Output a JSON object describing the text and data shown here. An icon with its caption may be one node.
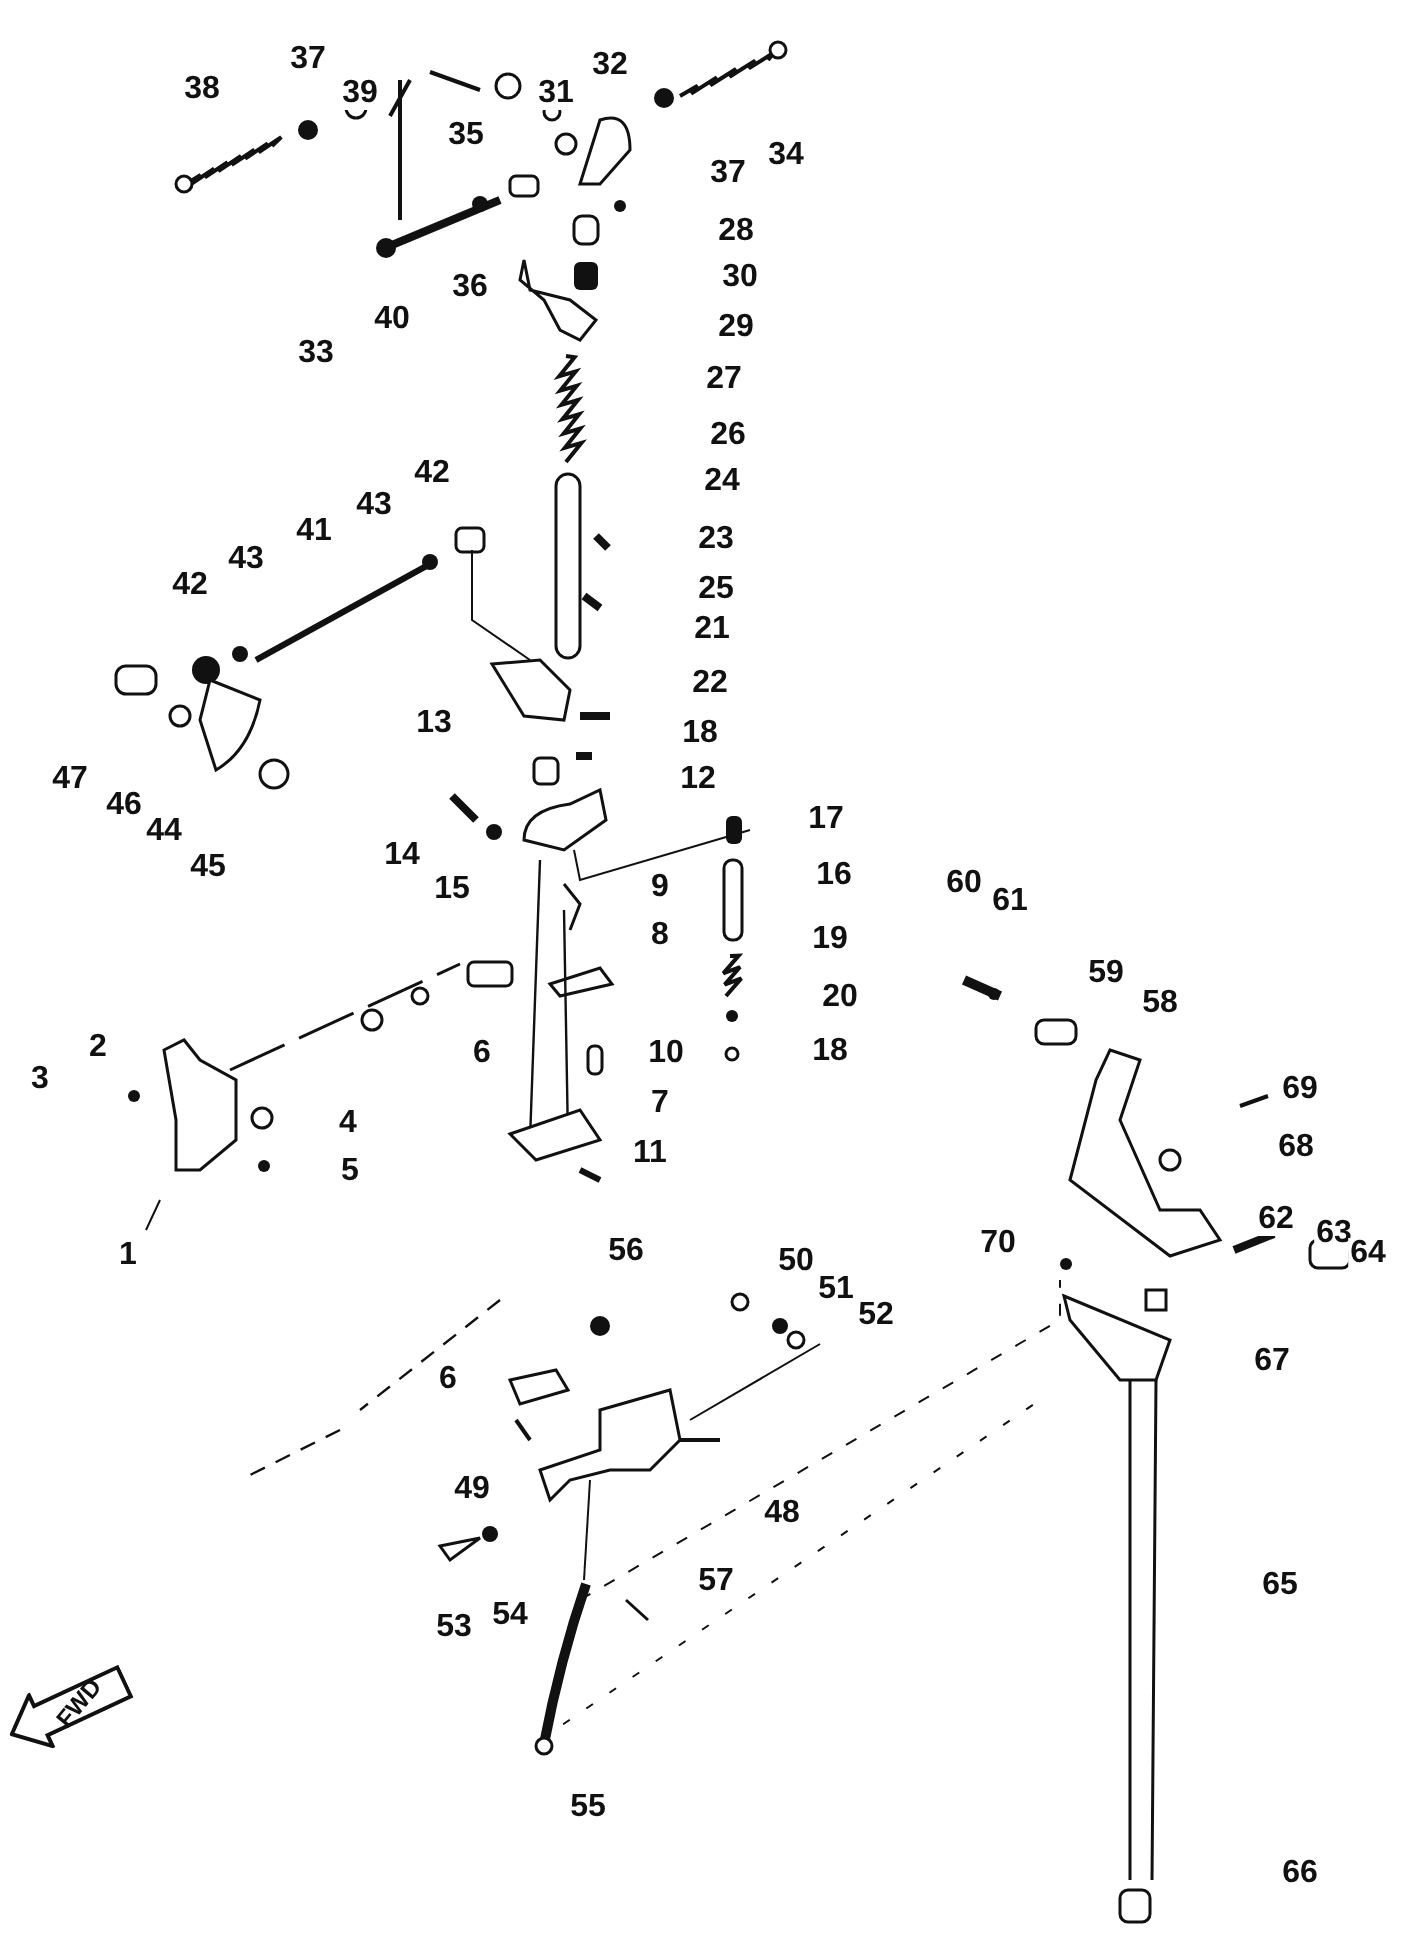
{
  "diagram": {
    "nodes": [
      {
        "text": [
          "FWD"
        ]
      }
    ],
    "labels": [
      "39",
      "31",
      "37",
      "38",
      "32",
      "35",
      "34",
      "37",
      "28",
      "30",
      "36",
      "40",
      "29",
      "33",
      "27",
      "26",
      "24",
      "42",
      "43",
      "41",
      "23",
      "25",
      "43",
      "42",
      "21",
      "22",
      "13",
      "18",
      "47",
      "46",
      "12",
      "44",
      "45",
      "14",
      "15",
      "17",
      "9",
      "16",
      "8",
      "60",
      "61",
      "19",
      "59",
      "20",
      "58",
      "6",
      "2",
      "18",
      "10",
      "3",
      "69",
      "7",
      "4",
      "68",
      "5",
      "11",
      "62",
      "63",
      "70",
      "64",
      "56",
      "1",
      "50",
      "51",
      "52",
      "67",
      "6",
      "49",
      "48",
      "57",
      "65",
      "54",
      "53",
      "55",
      "66"
    ]
  }
}
